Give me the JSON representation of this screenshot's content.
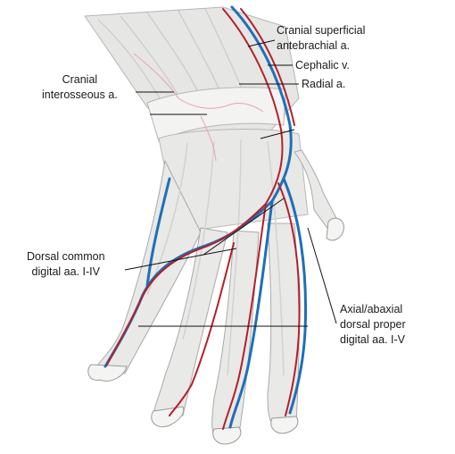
{
  "labels": {
    "cranial_superficial_antebrachial": [
      "Cranial superficial",
      "antebrachial a."
    ],
    "cephalic_v": "Cephalic v.",
    "radial_a": "Radial a.",
    "cranial_interosseous": [
      "Cranial",
      "interosseous a."
    ],
    "dorsal_common_digital": [
      "Dorsal common",
      "digital aa. I-IV"
    ],
    "axial_abaxial_proper": [
      "Axial/abaxial",
      "dorsal proper",
      "digital aa. I-V"
    ]
  },
  "colors": {
    "artery": "#b3202a",
    "vein": "#1f6fb8",
    "bone": "#e9e9e7",
    "bone_edge": "#a9a9a9",
    "ligament": "#f1f1f0",
    "leader": "#111111"
  }
}
